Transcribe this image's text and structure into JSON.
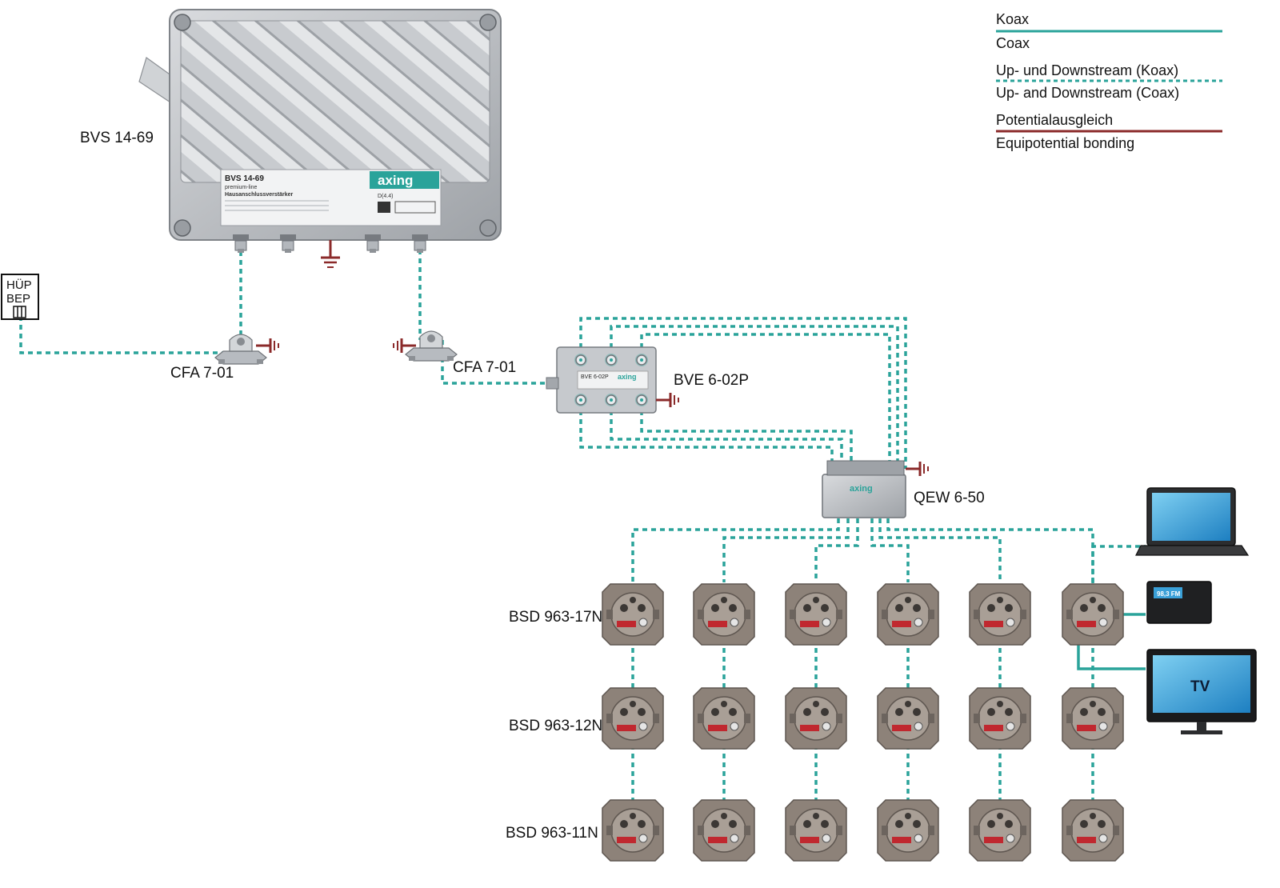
{
  "colors": {
    "coax": "#2aa39a",
    "bonding": "#8b2a2a",
    "metal": "#b9bcc0",
    "socket": "#8d8279",
    "red": "#c0282f"
  },
  "legend": {
    "koax": "Koax",
    "coax": "Coax",
    "updown_de": "Up- und Downstream (Koax)",
    "updown_en": "Up- and Downstream (Coax)",
    "pot_de": "Potentialausgleich",
    "pot_en": "Equipotential bonding"
  },
  "amplifier": {
    "label": "BVS 14-69",
    "plate_model": "BVS 14-69",
    "plate_line": "premium-line",
    "plate_desc": "Hausanschlussverstärker",
    "brand": "axing",
    "plate_code": "D(4.4)"
  },
  "hup": {
    "line1": "HÜP",
    "line2": "BEP"
  },
  "cfa_left": "CFA 7-01",
  "cfa_right": "CFA 7-01",
  "splitter": {
    "label": "BVE 6-02P",
    "plate": "BVE 6-02P",
    "brand": "axing"
  },
  "qew": {
    "label": "QEW 6-50",
    "brand": "axing"
  },
  "sockets": {
    "row1": "BSD 963-17N",
    "row2": "BSD 963-12N",
    "row3": "BSD 963-11N"
  },
  "devices": {
    "radio_display": "98,3 FM",
    "tv_label": "TV"
  }
}
